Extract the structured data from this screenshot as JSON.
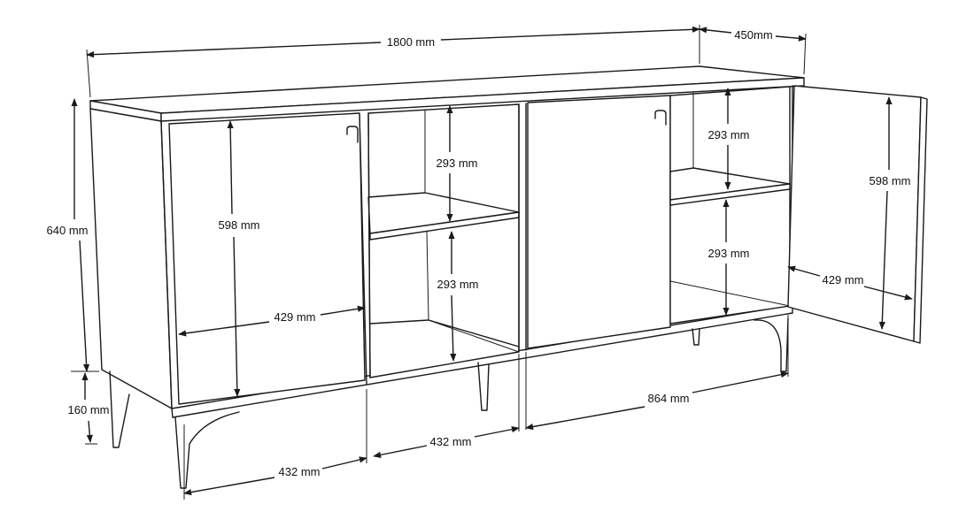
{
  "dimensions": {
    "width": "1800 mm",
    "depth": "450mm",
    "height": "640 mm",
    "leg_height": "160 mm",
    "left_door_height": "598 mm",
    "left_door_depth": "429 mm",
    "left_section_width": "432 mm",
    "middle_section_width": "432 mm",
    "middle_upper_shelf": "293 mm",
    "middle_lower_shelf": "293 mm",
    "right_upper_shelf": "293 mm",
    "right_lower_shelf": "293 mm",
    "right_door_height": "598 mm",
    "right_door_depth": "429 mm",
    "right_section_width": "864 mm"
  },
  "colors": {
    "line": "#1a1a1a",
    "background": "#ffffff"
  }
}
